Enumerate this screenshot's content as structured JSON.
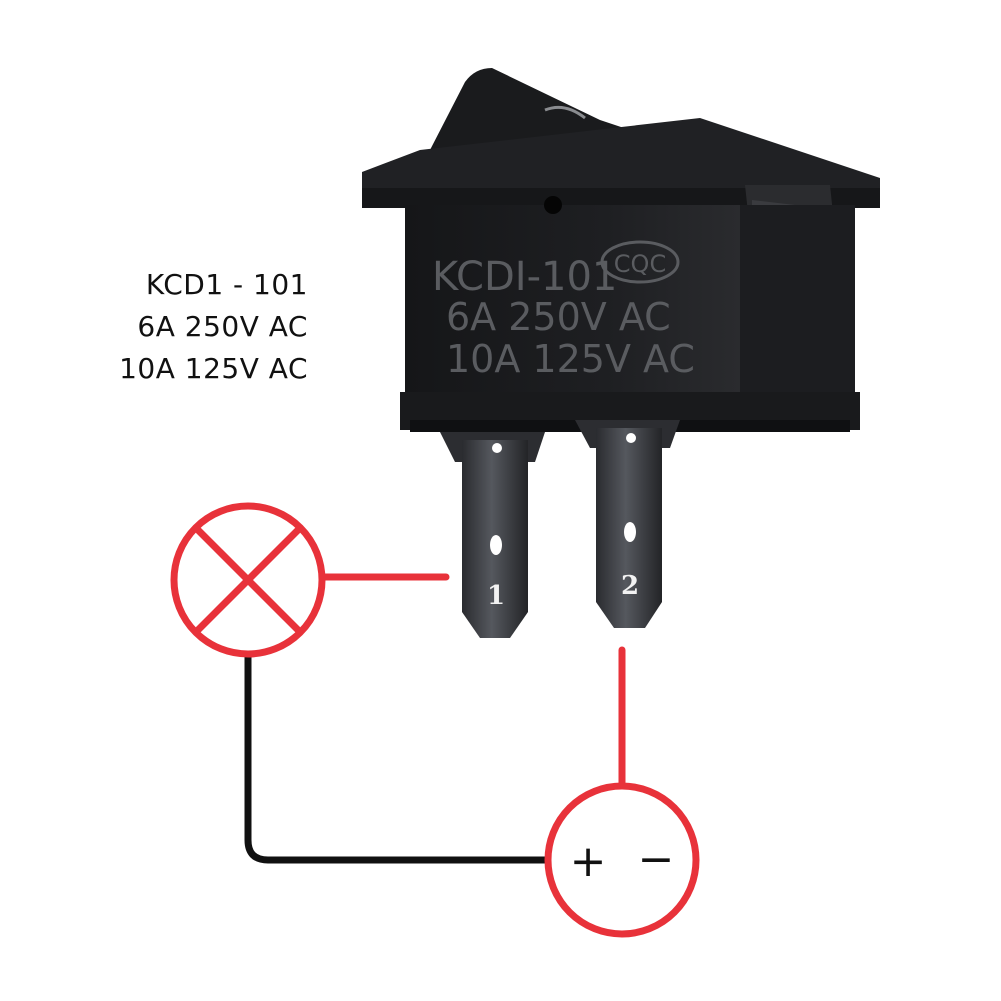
{
  "spec": {
    "model": "KCD1 - 101",
    "rating_1": "6A 250V AC",
    "rating_2": "10A 125V AC"
  },
  "switch_face": {
    "model": "KCDI-101",
    "cert_mark": "CQC",
    "rating_1": "6A 250V AC",
    "rating_2": "10A 125V AC"
  },
  "terminals": {
    "pin_1": "1",
    "pin_2": "2"
  },
  "power_source": {
    "plus": "+",
    "minus": "−"
  },
  "colors": {
    "wire_red": "#e8323a",
    "wire_black": "#111111",
    "switch_body": "#1b1c1e",
    "terminal_metal": "#3a3c40"
  },
  "icons": [
    "lamp-symbol-icon",
    "power-source-symbol-icon",
    "rocker-switch-icon"
  ]
}
